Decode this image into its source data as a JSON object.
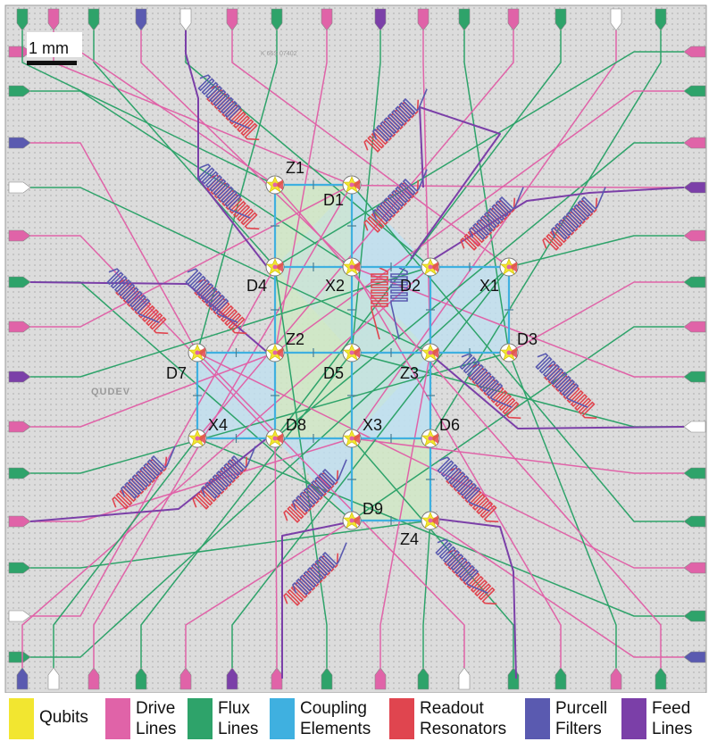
{
  "scale_bar": {
    "label": "1 mm"
  },
  "chip_text": {
    "serial": "K 66S 07402",
    "logo": "QUDEV"
  },
  "qubits": [
    {
      "label": "Z1"
    },
    {
      "label": "D1"
    },
    {
      "label": "D4"
    },
    {
      "label": "X2"
    },
    {
      "label": "D2"
    },
    {
      "label": "X1"
    },
    {
      "label": "D7"
    },
    {
      "label": "Z2"
    },
    {
      "label": "D5"
    },
    {
      "label": "Z3"
    },
    {
      "label": "D3"
    },
    {
      "label": "X4"
    },
    {
      "label": "D8"
    },
    {
      "label": "X3"
    },
    {
      "label": "D6"
    },
    {
      "label": "D9"
    },
    {
      "label": "Z4"
    }
  ],
  "legend": [
    {
      "line1": "Qubits",
      "line2": "",
      "color": "#f2e630"
    },
    {
      "line1": "Drive",
      "line2": "Lines",
      "color": "#e063a8"
    },
    {
      "line1": "Flux",
      "line2": "Lines",
      "color": "#2ea36a"
    },
    {
      "line1": "Coupling",
      "line2": "Elements",
      "color": "#3fb0e0"
    },
    {
      "line1": "Readout",
      "line2": "Resonators",
      "color": "#e0454f"
    },
    {
      "line1": "Purcell",
      "line2": "Filters",
      "color": "#5a5ab0"
    },
    {
      "line1": "Feed",
      "line2": "Lines",
      "color": "#7b3fa8"
    }
  ],
  "colors": {
    "chip_bg": "#d9d9d9",
    "coupler_fill": "#bfe0f0",
    "plaquette_fill": "#cfe8c4",
    "drive": "#e063a8",
    "flux": "#2ea36a",
    "coupling": "#3fb0e0",
    "readout": "#e0454f",
    "purcell": "#5a5ab0",
    "feed": "#7b3fa8"
  }
}
